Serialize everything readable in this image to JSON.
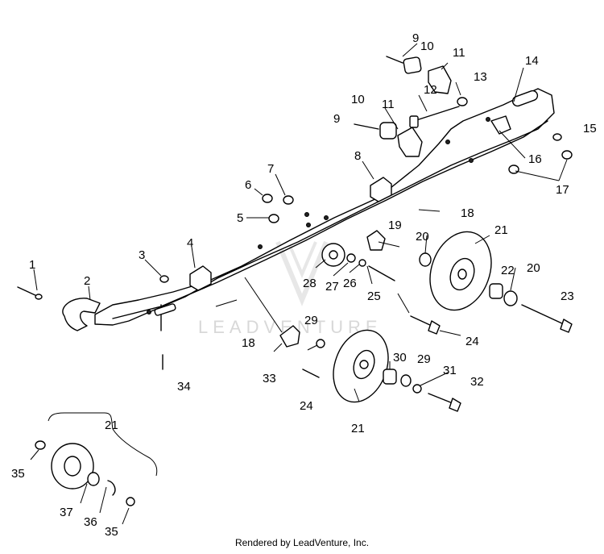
{
  "credit": "Rendered by LeadVenture, Inc.",
  "watermark": "LEADVENTURE",
  "callouts": {
    "c1": "1",
    "c2": "2",
    "c3": "3",
    "c4": "4",
    "c5": "5",
    "c6": "6",
    "c7": "7",
    "c8": "8",
    "c9a": "9",
    "c9b": "9",
    "c10a": "10",
    "c10b": "10",
    "c11a": "11",
    "c11b": "11",
    "c12": "12",
    "c13": "13",
    "c14": "14",
    "c15": "15",
    "c16": "16",
    "c17": "17",
    "c18a": "18",
    "c18b": "18",
    "c19": "19",
    "c20a": "20",
    "c20b": "20",
    "c21a": "21",
    "c21b": "21",
    "c21c": "21",
    "c22": "22",
    "c23": "23",
    "c24a": "24",
    "c24b": "24",
    "c25": "25",
    "c26": "26",
    "c27": "27",
    "c28": "28",
    "c29a": "29",
    "c29b": "29",
    "c30": "30",
    "c31": "31",
    "c32": "32",
    "c33": "33",
    "c34": "34",
    "c35a": "35",
    "c35b": "35",
    "c36": "36",
    "c37": "37"
  }
}
